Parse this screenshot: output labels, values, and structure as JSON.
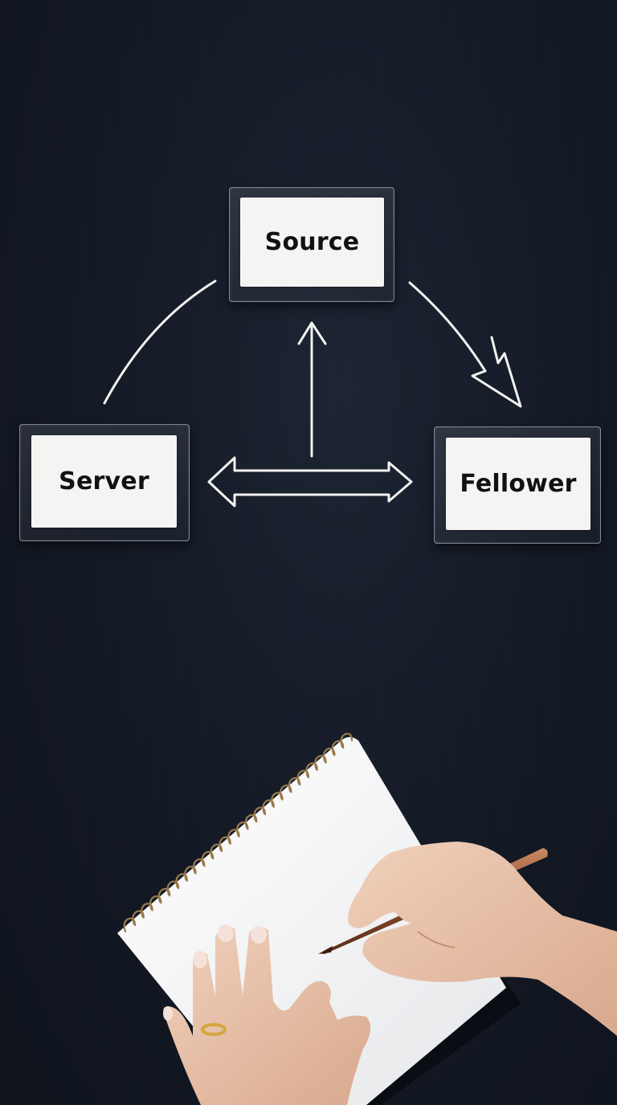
{
  "diagram": {
    "nodes": {
      "source": "Source",
      "server": "Server",
      "fellower": "Fellower"
    }
  },
  "colors": {
    "background": "#141a26",
    "card": "#f4f4f2",
    "chalk": "#f2f2f0",
    "pen": "#8a4a2c",
    "skin": "#e8c2aa"
  },
  "scene": {
    "objects": [
      "spiral-notebook",
      "copper-pen",
      "writing-hand",
      "resting-hand",
      "ring"
    ]
  }
}
